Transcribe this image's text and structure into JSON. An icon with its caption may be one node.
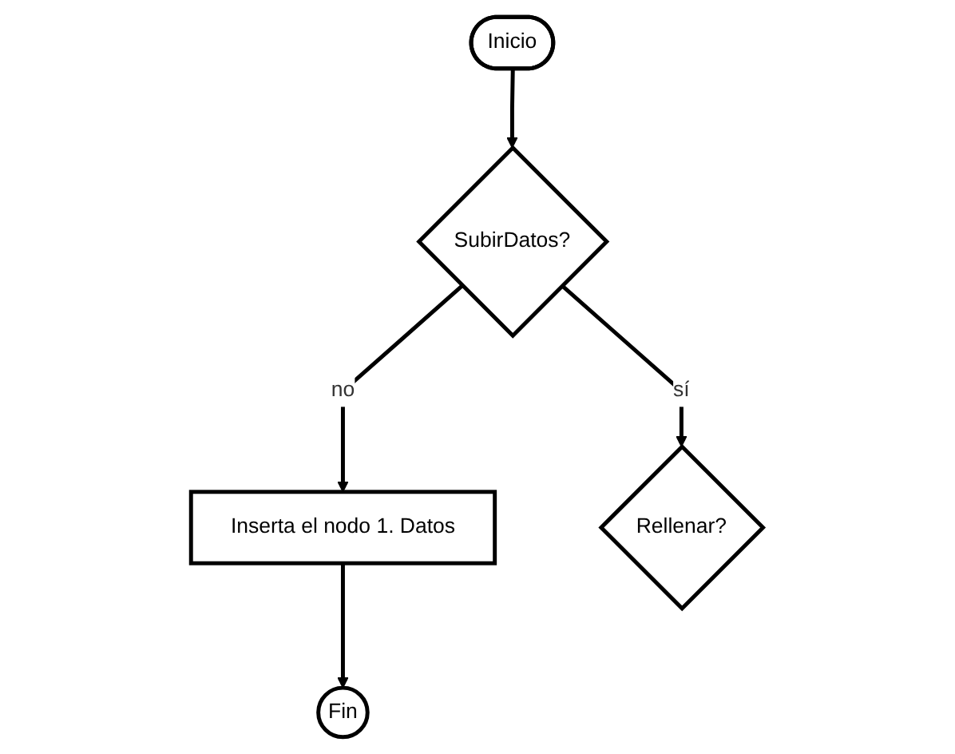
{
  "diagram": {
    "nodes": [
      {
        "text": [
          "Inicio"
        ]
      },
      {
        "text": [
          "SubirDatos?"
        ]
      },
      {
        "text": [
          "Inserta el nodo 1. Datos"
        ]
      },
      {
        "text": [
          "Rellenar?"
        ]
      },
      {
        "text": [
          "Fin"
        ]
      }
    ],
    "edges": [
      {
        "from": 0,
        "to": 1,
        "arrow": "to"
      },
      {
        "from": 1,
        "to": 2,
        "label": "no",
        "arrow": "to"
      },
      {
        "from": 1,
        "to": 3,
        "label": "sí",
        "arrow": "to"
      },
      {
        "from": 2,
        "to": 4,
        "arrow": "to"
      }
    ]
  }
}
